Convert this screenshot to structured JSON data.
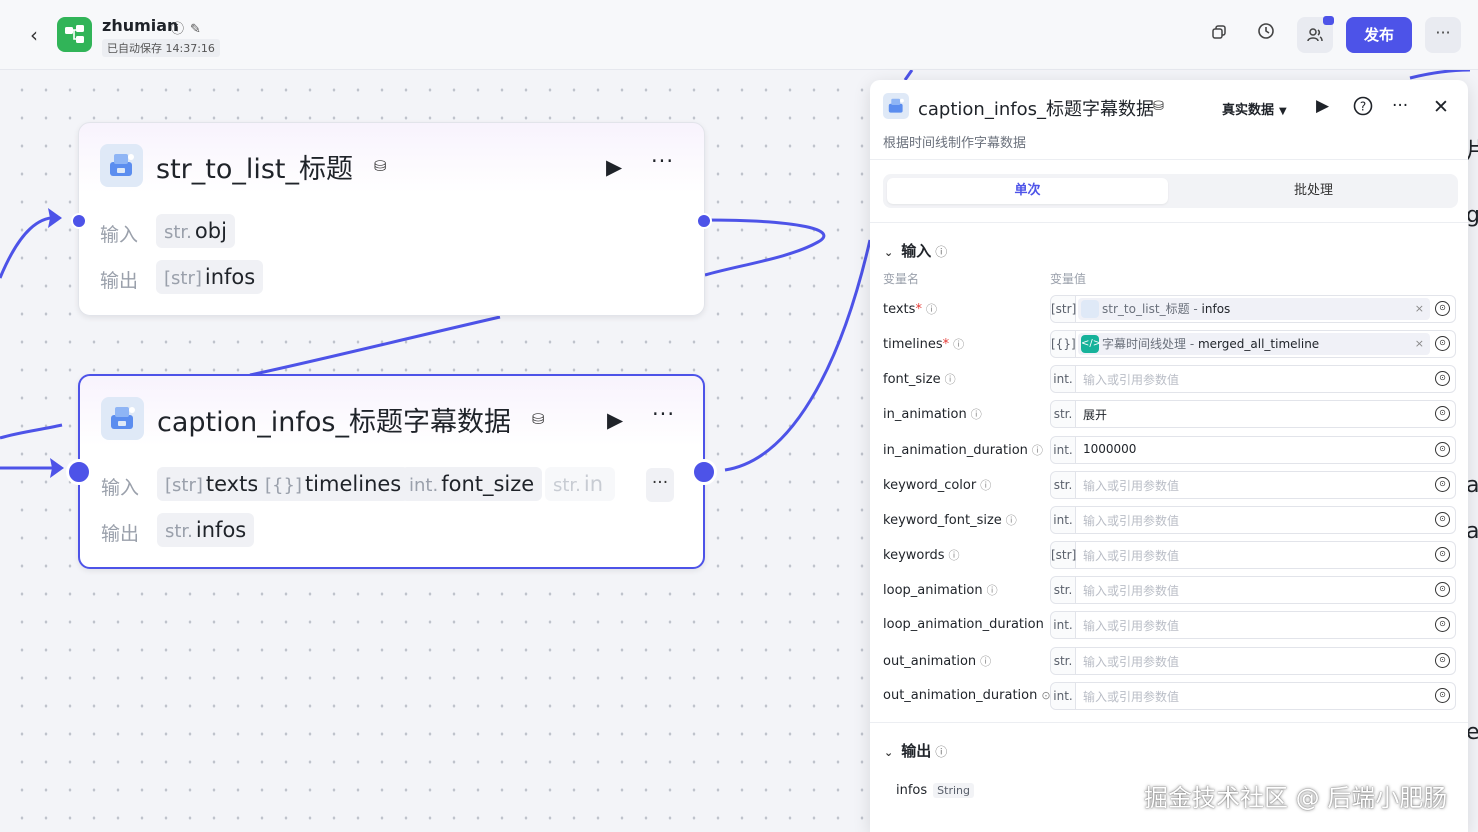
{
  "header": {
    "back_icon": "chevron-left-icon",
    "app_name": "zhumian",
    "autosave": "已自动保存 14:37:16",
    "publish_label": "发布",
    "accent_color": "#4d53e8"
  },
  "nodes": [
    {
      "title": "str_to_list_标题",
      "input_label": "输入",
      "output_label": "输出",
      "inputs": [
        {
          "type": "str.",
          "name": "obj"
        }
      ],
      "outputs": [
        {
          "type": "[str]",
          "name": "infos"
        }
      ]
    },
    {
      "title": "caption_infos_标题字幕数据",
      "input_label": "输入",
      "output_label": "输出",
      "inputs": [
        {
          "type": "[str]",
          "name": "texts"
        },
        {
          "type": "[{}]",
          "name": "timelines"
        },
        {
          "type": "int.",
          "name": "font_size"
        },
        {
          "type": "str.",
          "name": "in"
        }
      ],
      "outputs": [
        {
          "type": "str.",
          "name": "infos"
        }
      ]
    }
  ],
  "panel": {
    "title": "caption_infos_标题字幕数据",
    "description": "根据时间线制作字幕数据",
    "mode": "真实数据",
    "tabs": {
      "single": "单次",
      "batch": "批处理"
    },
    "input_section": "输入",
    "col_name": "变量名",
    "col_value": "变量值",
    "placeholder": "输入或引用参数值",
    "rows": [
      {
        "name": "texts",
        "required": "*",
        "type": "[str]",
        "ref_node": "str_to_list_标题",
        "ref_sep": " - ",
        "ref_var": "infos"
      },
      {
        "name": "timelines",
        "required": "*",
        "type": "[{}]",
        "ref_node": "字幕时间线处理",
        "ref_sep": " - ",
        "ref_var": "merged_all_timeline"
      },
      {
        "name": "font_size",
        "type": "int.",
        "value": ""
      },
      {
        "name": "in_animation",
        "type": "str.",
        "value": "展开"
      },
      {
        "name": "in_animation_duration",
        "type": "int.",
        "value": "1000000"
      },
      {
        "name": "keyword_color",
        "type": "str.",
        "value": ""
      },
      {
        "name": "keyword_font_size",
        "type": "int.",
        "value": ""
      },
      {
        "name": "keywords",
        "type": "[str]",
        "value": ""
      },
      {
        "name": "loop_animation",
        "type": "str.",
        "value": ""
      },
      {
        "name": "loop_animation_duration",
        "type": "int.",
        "value": ""
      },
      {
        "name": "out_animation",
        "type": "str.",
        "value": ""
      },
      {
        "name": "out_animation_duration",
        "type": "int.",
        "value": ""
      }
    ],
    "output_section": "输出",
    "outputs": [
      {
        "name": "infos",
        "type": "String"
      }
    ]
  },
  "watermark": "掘金技术社区 @ 后端小肥肠",
  "edge_peek": [
    "片",
    "ge",
    "a",
    "a",
    "e"
  ]
}
